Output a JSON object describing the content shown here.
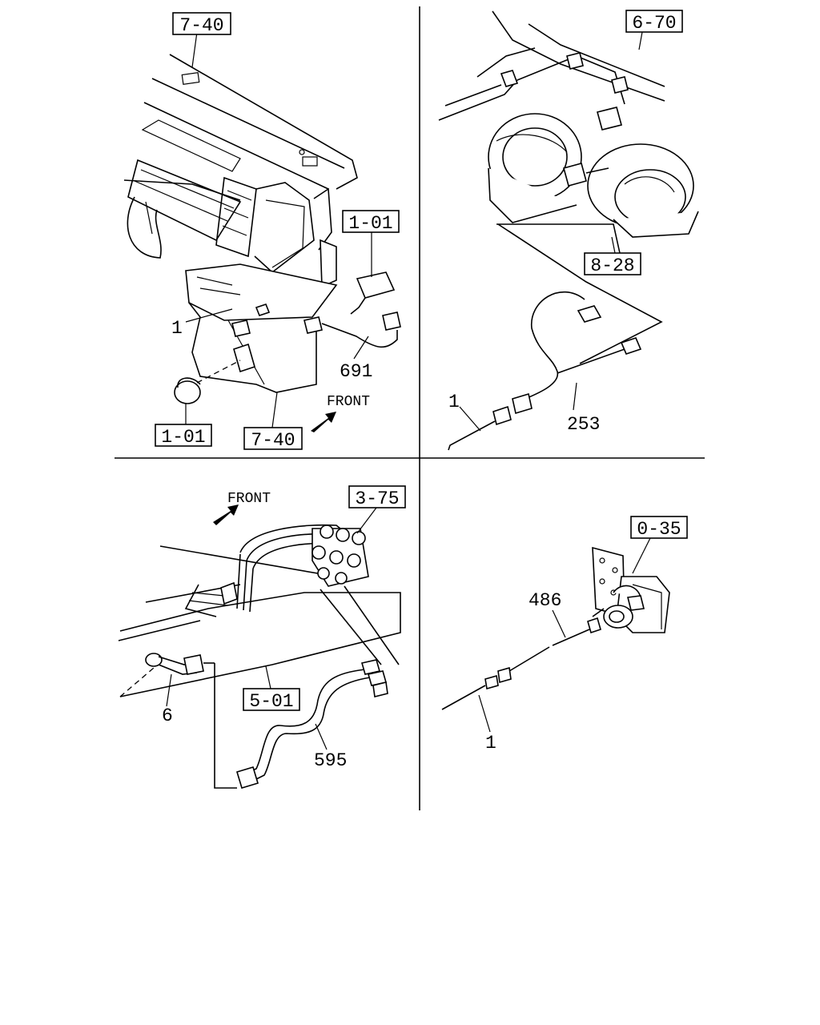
{
  "panels": {
    "top_left": {
      "refs": [
        "7-40",
        "1-01",
        "1-01",
        "7-40"
      ],
      "parts": [
        "1",
        "691"
      ],
      "direction": "FRONT"
    },
    "top_right": {
      "refs": [
        "6-70",
        "8-28"
      ],
      "parts": [
        "1",
        "253"
      ]
    },
    "bottom_left": {
      "refs": [
        "3-75",
        "5-01"
      ],
      "parts": [
        "6",
        "595"
      ],
      "direction": "FRONT"
    },
    "bottom_right": {
      "refs": [
        "0-35"
      ],
      "parts": [
        "486",
        "1"
      ]
    }
  }
}
